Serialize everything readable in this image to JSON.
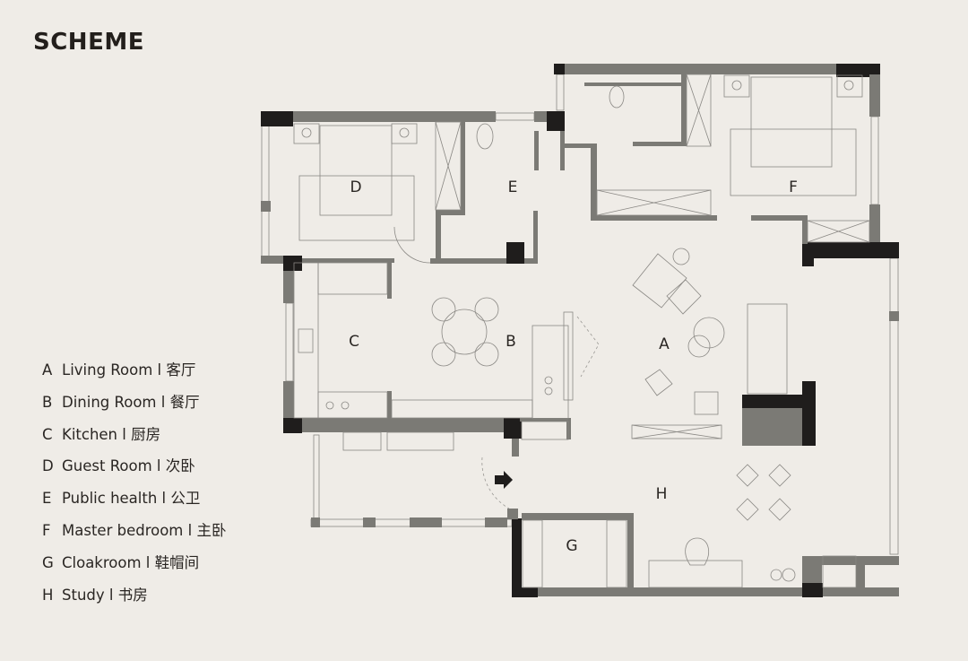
{
  "title": "SCHEME",
  "rooms": {
    "A": "A",
    "B": "B",
    "C": "C",
    "D": "D",
    "E": "E",
    "F": "F",
    "G": "G",
    "H": "H"
  },
  "legend": [
    {
      "key": "A",
      "label": "Living Room l 客厅"
    },
    {
      "key": "B",
      "label": "Dining Room l 餐厅"
    },
    {
      "key": "C",
      "label": "Kitchen l 厨房"
    },
    {
      "key": "D",
      "label": "Guest Room l 次卧"
    },
    {
      "key": "E",
      "label": "Public health l 公卫"
    },
    {
      "key": "F",
      "label": "Master bedroom l 主卧"
    },
    {
      "key": "G",
      "label": "Cloakroom l 鞋帽间"
    },
    {
      "key": "H",
      "label": "Study l 书房"
    }
  ],
  "colors": {
    "background": "#efece7",
    "wall": "#7b7a75",
    "column": "#1f1d1c"
  }
}
